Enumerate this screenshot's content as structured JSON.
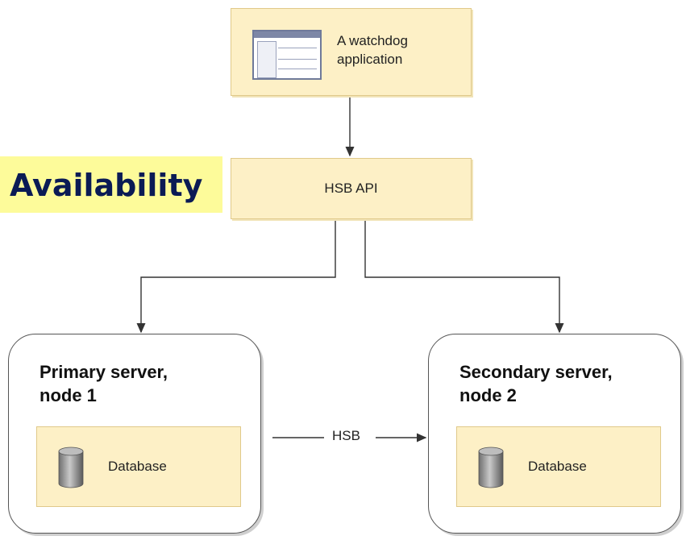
{
  "watchdog": {
    "label": "A watchdog\napplication"
  },
  "hsb_api": {
    "label": "HSB API"
  },
  "availability": {
    "label": "Availability"
  },
  "primary": {
    "title": "Primary server,\nnode 1",
    "db_label": "Database"
  },
  "secondary": {
    "title": "Secondary server,\nnode 2",
    "db_label": "Database"
  },
  "connection": {
    "label": "HSB"
  },
  "colors": {
    "box_fill": "#fdf0c6",
    "highlight": "#fdfb9a",
    "title_text": "#0b1b55"
  }
}
